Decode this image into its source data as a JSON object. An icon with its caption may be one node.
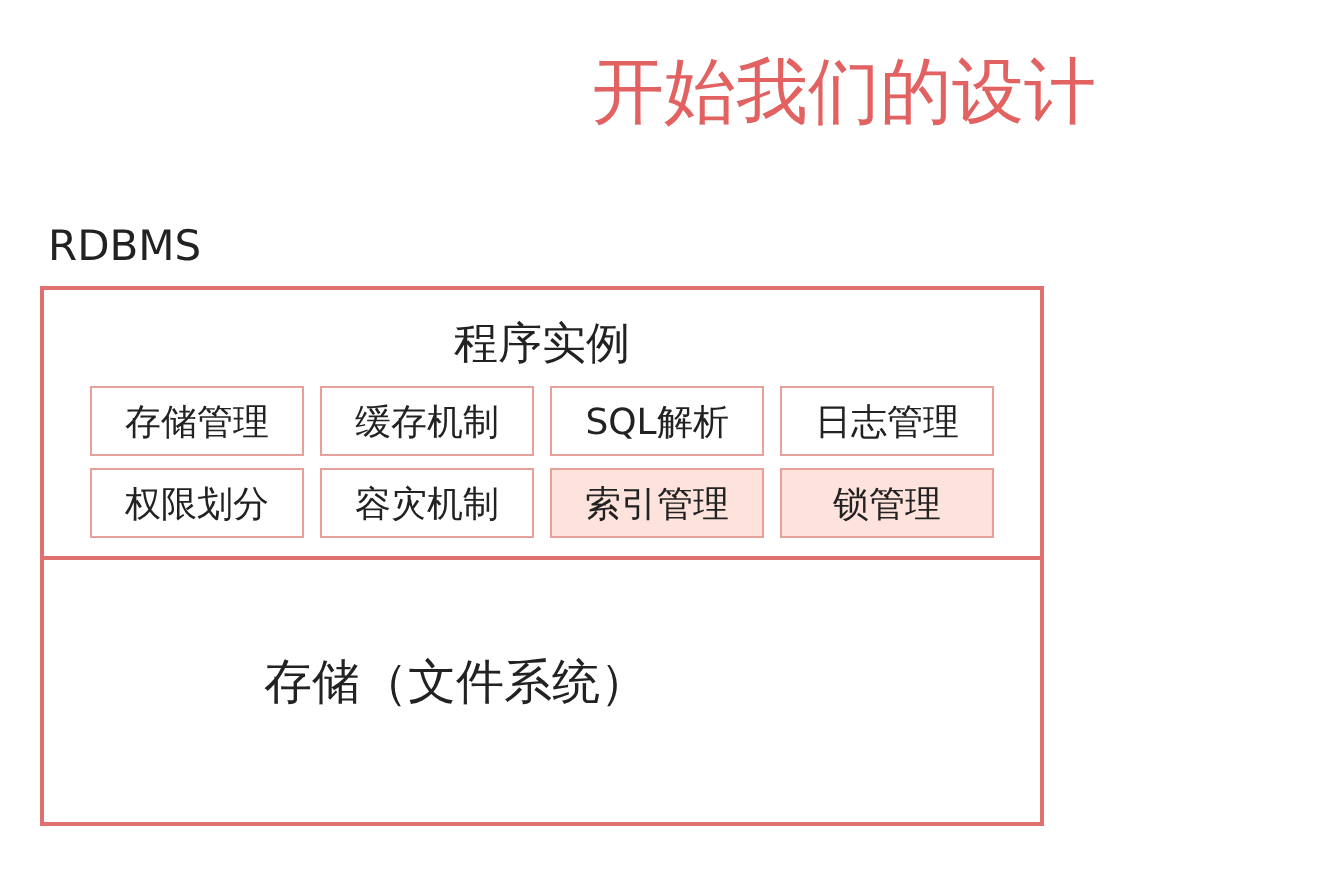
{
  "diagram": {
    "title": "开始我们的设计",
    "nodes": [
      {
        "text": [
          "RDBMS"
        ]
      },
      {
        "text": [
          "程序实例"
        ],
        "in": 0
      },
      {
        "text": [
          "存储（文件系统）"
        ],
        "in": 0
      },
      {
        "text": [
          "存储管理"
        ],
        "in": 1
      },
      {
        "text": [
          "缓存机制"
        ],
        "in": 1
      },
      {
        "text": [
          "SQL解析"
        ],
        "in": 1
      },
      {
        "text": [
          "日志管理"
        ],
        "in": 1
      },
      {
        "text": [
          "权限划分"
        ],
        "in": 1
      },
      {
        "text": [
          "容灾机制"
        ],
        "in": 1
      },
      {
        "text": [
          "索引管理"
        ],
        "in": 1
      },
      {
        "text": [
          "锁管理"
        ],
        "in": 1
      }
    ]
  }
}
